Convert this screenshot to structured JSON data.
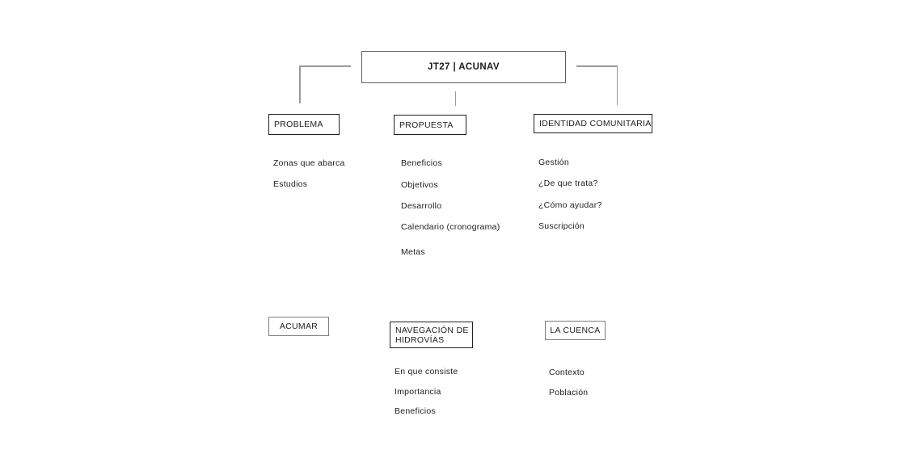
{
  "diagram": {
    "root": {
      "label": "JT27 | ACUNAV"
    },
    "top_branches": [
      {
        "label": "PROBLEMA",
        "items": [
          "Zonas que abarca",
          "Estudios"
        ]
      },
      {
        "label": "PROPUESTA",
        "items": [
          "Beneficios",
          "Objetivos",
          "Desarrollo",
          "Calendario (cronograma)",
          "Metas"
        ]
      },
      {
        "label": "IDENTIDAD COMUNITARIA",
        "items": [
          "Gestión",
          "¿De que trata?",
          "¿Cómo ayudar?",
          "Suscripción"
        ]
      }
    ],
    "bottom_branches": [
      {
        "label": "ACUMAR",
        "items": []
      },
      {
        "label": "NAVEGACIÓN DE HIDROVÍAS",
        "items": [
          "En que consiste",
          "Importancia",
          "Beneficios"
        ]
      },
      {
        "label": "LA CUENCA",
        "items": [
          "Contexto",
          "Población"
        ]
      }
    ],
    "colors": {
      "background": "#ffffff",
      "text": "#1c1c1c",
      "box_border_dark": "#1f1f1f",
      "box_border_grey": "#7d7d7d",
      "root_border": "#5f5f5f",
      "connector": "#9b9b9b"
    }
  }
}
